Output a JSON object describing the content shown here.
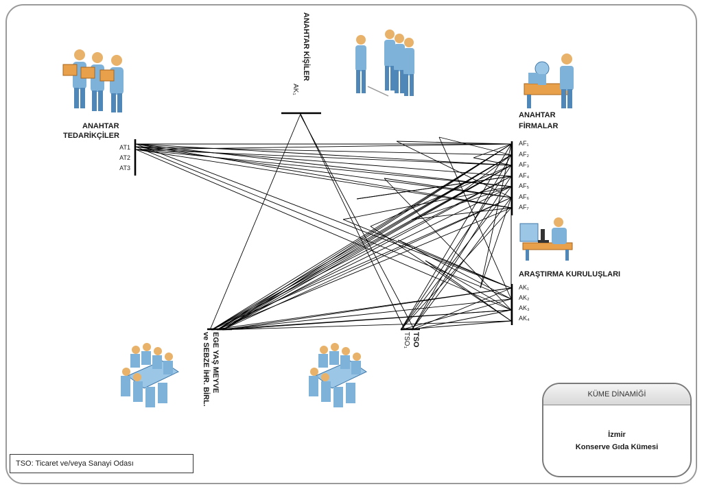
{
  "nodes": {
    "anahtar_kisiler": {
      "title": "ANAHTAR KİŞİLER",
      "sub": "AK₁"
    },
    "tedarikciler": {
      "title_line1": "ANAHTAR",
      "title_line2": "TEDARİKÇİLER",
      "items": [
        "AT1",
        "AT2",
        "AT3"
      ]
    },
    "firmalar": {
      "title_line1": "ANAHTAR",
      "title_line2": "FİRMALAR",
      "items": [
        "AF₁",
        "AF₂",
        "AF₃",
        "AF₄",
        "AF₅",
        "AF₆",
        "AF₇"
      ]
    },
    "arastirma": {
      "title": "ARAŞTIRMA KURULUŞLARI",
      "items": [
        "AK₁",
        "AK₂",
        "AK₃",
        "AK₄"
      ]
    },
    "ege": {
      "line1": "EGE YAŞ MEYVE",
      "line2": "ve SEBZE İHR. BİRL."
    },
    "tso": {
      "title": "TSO",
      "sub": "TSO₁"
    }
  },
  "legend": {
    "text": "TSO: Ticaret ve/veya Sanayi Odası"
  },
  "kume": {
    "header": "KÜME DİNAMİĞİ",
    "line1": "İzmir",
    "line2": "Konserve Gıda Kümesi"
  },
  "icons": [
    "supplier-people-icon",
    "key-people-icon",
    "firm-worker-icon",
    "researcher-microscope-icon",
    "meeting-table-icon-left",
    "meeting-table-icon-center"
  ],
  "colors": {
    "line": "#000000",
    "frame": "#9a9a9a",
    "icon_blue": "#7fb2d9",
    "icon_dark": "#3f78a8",
    "box_orange": "#e8a04a"
  }
}
